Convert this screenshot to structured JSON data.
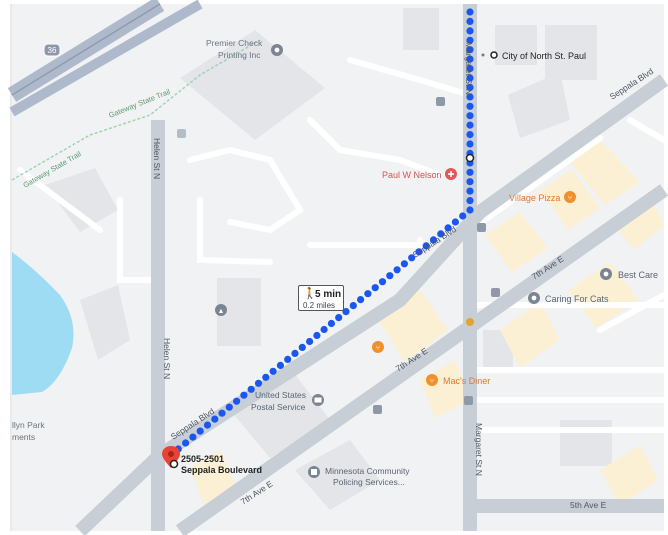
{
  "places": {
    "premier_line1": "Premier Check",
    "premier_line2": "Printing Inc",
    "city": "City of North St. Paul",
    "paul_nelson": "Paul W Nelson",
    "village_pizza": "Village Pizza",
    "best_care": "Best Care",
    "caring_cats": "Caring For Cats",
    "macs_diner": "Mac's Diner",
    "post_line1": "United States",
    "post_line2": "Postal Service",
    "mcps_line1": "Minnesota Community",
    "mcps_line2": "Policing Services...",
    "lyn_line1": "llyn Park",
    "lyn_line2": "ments"
  },
  "streets": {
    "margaret_1": "Margaret St N",
    "margaret_2": "Margaret St N",
    "helen_1": "Helen St N",
    "helen_2": "Helen St N",
    "seppala_1": "Seppala Blvd",
    "seppala_2": "Seppala Blvd",
    "seppala_3": "Seppala Blvd",
    "ave7_1": "7th Ave E",
    "ave7_2": "7th Ave E",
    "ave7_3": "7th Ave E",
    "ave5": "5th Ave E",
    "trail_1": "Gateway State Trail",
    "trail_2": "Gateway State Trail",
    "highway_shield": "36"
  },
  "route": {
    "duration": "5 min",
    "distance": "0.2 miles",
    "dest_line1": "2505-2501",
    "dest_line2": "Seppala Boulevard"
  },
  "colors": {
    "route": "#1a56f0",
    "water": "#9edcf4",
    "food_poi": "#f0902c",
    "health_poi": "#e35757",
    "service_poi": "#6c7a89"
  }
}
